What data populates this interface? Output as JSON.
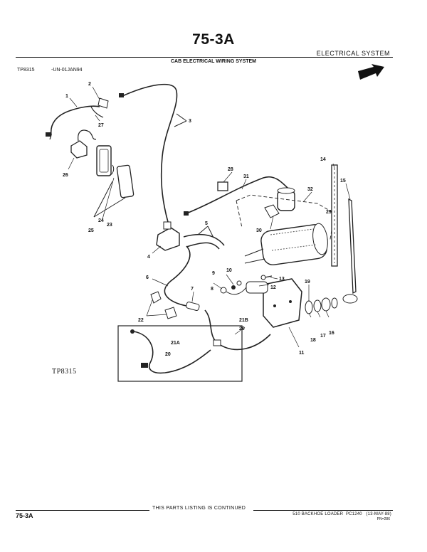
{
  "header": {
    "page_title": "75-3A",
    "section": "ELECTRICAL SYSTEM",
    "caption": "CAB ELECTRICAL WIRING SYSTEM",
    "figure_id": "TP8315",
    "figure_date": "-UN-01JAN94"
  },
  "drawing": {
    "figure_label": "TP8315",
    "callouts": [
      "1",
      "2",
      "3",
      "4",
      "5",
      "6",
      "7",
      "8",
      "9",
      "10",
      "11",
      "12",
      "13",
      "14",
      "15",
      "16",
      "17",
      "18",
      "19",
      "20",
      "20",
      "21A",
      "21B",
      "22",
      "23",
      "24",
      "25",
      "26",
      "27",
      "28",
      "29",
      "30",
      "31",
      "32"
    ]
  },
  "footer": {
    "continued": "THIS PARTS LISTING IS CONTINUED",
    "page_number": "75-3A",
    "model": "510 BACKHOE LOADER",
    "catalog": "PC1240",
    "date": "(13-MAY-88)",
    "pn": "PN=286"
  }
}
